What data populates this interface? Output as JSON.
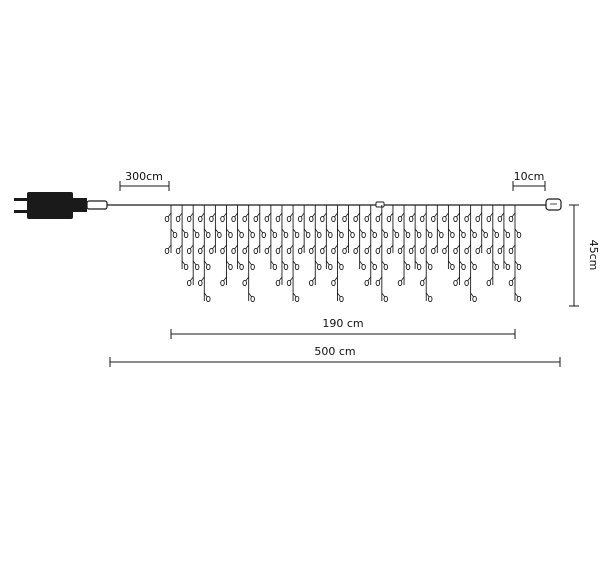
{
  "diagram": {
    "dimensions": {
      "lead_length": "300cm",
      "end_length": "10cm",
      "drop_height": "45cm",
      "lit_length": "190 cm",
      "total_length": "500 cm"
    },
    "strands": {
      "count": 32,
      "bulbs_per_strand_pattern": [
        3,
        4,
        5,
        6,
        3,
        5,
        4,
        6
      ]
    },
    "colors": {
      "line": "#1a1a1a",
      "background": "#ffffff"
    }
  }
}
